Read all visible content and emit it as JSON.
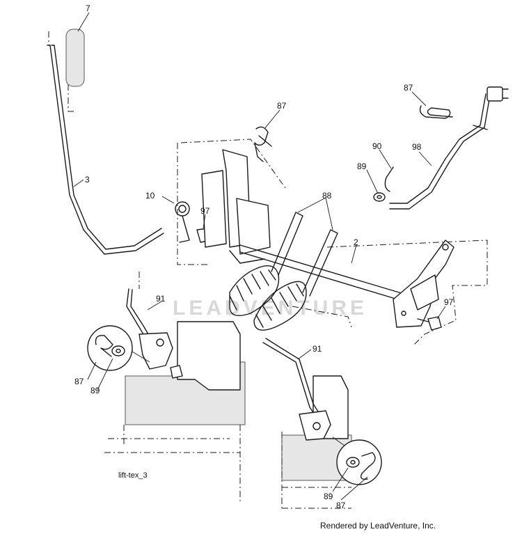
{
  "watermark": "LEADVENTURE",
  "figure_code": "lift-tex_3",
  "credit": "Rendered by LeadVenture, Inc.",
  "callouts": {
    "c7": "7",
    "c3": "3",
    "c10": "10",
    "c97a": "97",
    "c87a": "87",
    "c88": "88",
    "c87b": "87",
    "c90": "90",
    "c89a": "89",
    "c98": "98",
    "c2": "2",
    "c97b": "97",
    "c91a": "91",
    "c87c": "87",
    "c89b": "89",
    "c91b": "91",
    "c89c": "89",
    "c87d": "87"
  }
}
